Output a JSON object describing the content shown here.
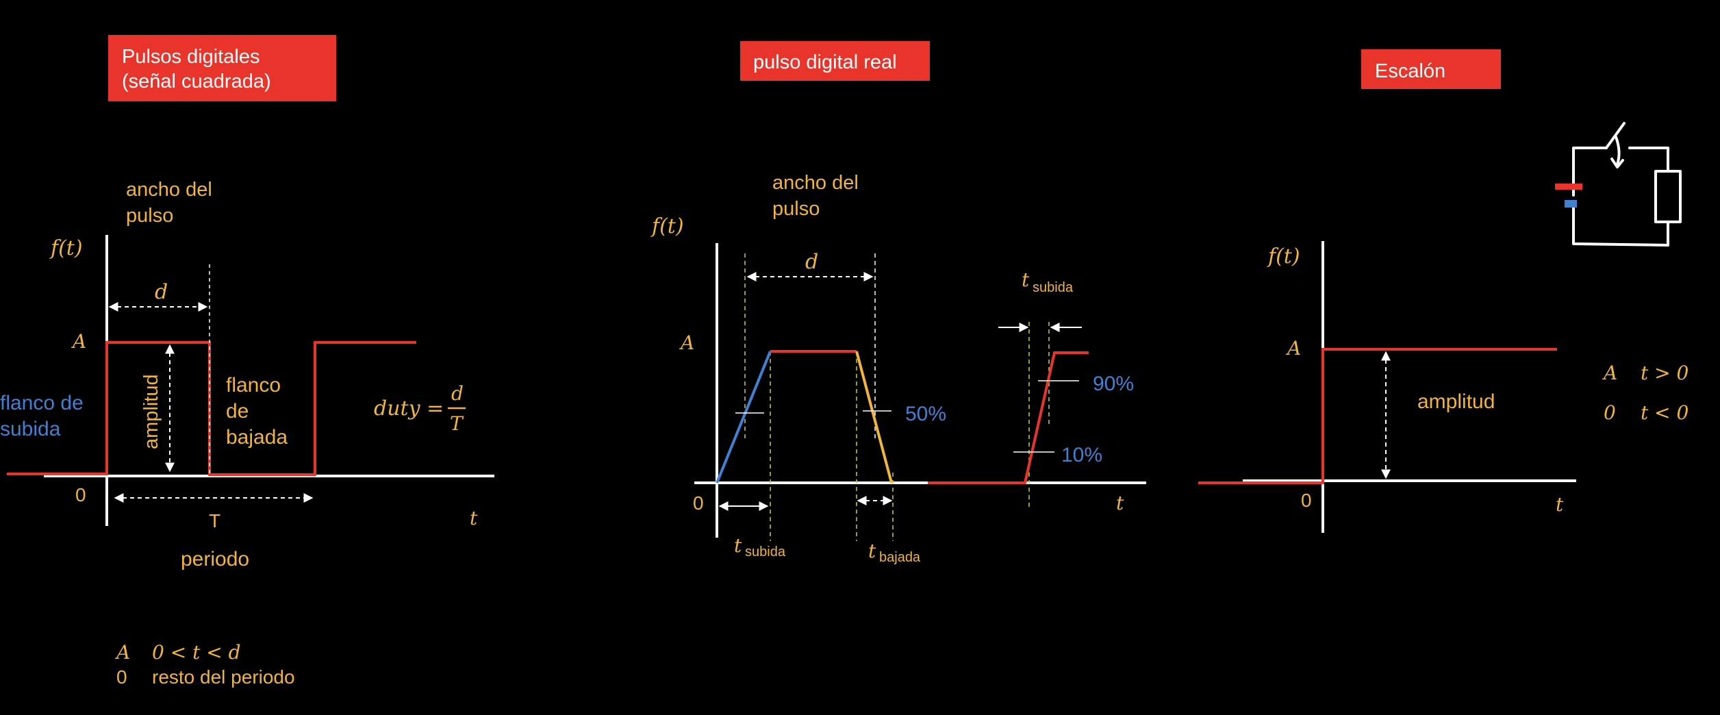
{
  "colors": {
    "background": "#000000",
    "axis": "#ffffff",
    "signal": "#e8342a",
    "accent_yellow": "#f2b53a",
    "accent_blue": "#3f82d4",
    "guide_yellow": "#c8d43a",
    "title_box": "#e8342a",
    "title_text": "#ffffff"
  },
  "panels": {
    "square": {
      "title_line1": "Pulsos digitales",
      "title_line2": "(señal cuadrada)",
      "pulse_width_line1": "ancho del",
      "pulse_width_line2": "pulso",
      "y_axis_label": "f(t)",
      "d_label": "d",
      "a_label": "A",
      "zero_label": "0",
      "t_label": "t",
      "amplitude_label": "amplitud",
      "rising_edge_line1": "flanco de",
      "rising_edge_line2": "subida",
      "falling_edge_line1": "flanco",
      "falling_edge_line2": "de",
      "falling_edge_line3": "bajada",
      "duty_lhs": "duty =",
      "duty_num": "d",
      "duty_den": "T",
      "period_symbol": "T",
      "period_label": "periodo",
      "def_row1_value": "A",
      "def_row1_cond": "0 < t < d",
      "def_row2_value": "0",
      "def_row2_cond": "resto del periodo"
    },
    "real": {
      "title": "pulso digital real",
      "pulse_width_line1": "ancho del",
      "pulse_width_line2": "pulso",
      "y_axis_label": "f(t)",
      "d_label": "d",
      "a_label": "A",
      "zero_label": "0",
      "t_label": "t",
      "fifty": "50%",
      "ninety": "90%",
      "ten": "10%",
      "t_rise_main": "t",
      "t_rise_sub": "subida",
      "t_fall_main": "t",
      "t_fall_sub": "bajada",
      "t_rise2_main": "t",
      "t_rise2_sub": "subida"
    },
    "step": {
      "title": "Escalón",
      "y_axis_label": "f(t)",
      "a_label": "A",
      "zero_label": "0",
      "t_label": "t",
      "amplitude_label": "amplitud",
      "def_row1_value": "A",
      "def_row1_cond": "t > 0",
      "def_row2_value": "0",
      "def_row2_cond": "t < 0"
    }
  },
  "icons": {
    "circuit": "switch-battery-resistor-circuit-icon"
  }
}
